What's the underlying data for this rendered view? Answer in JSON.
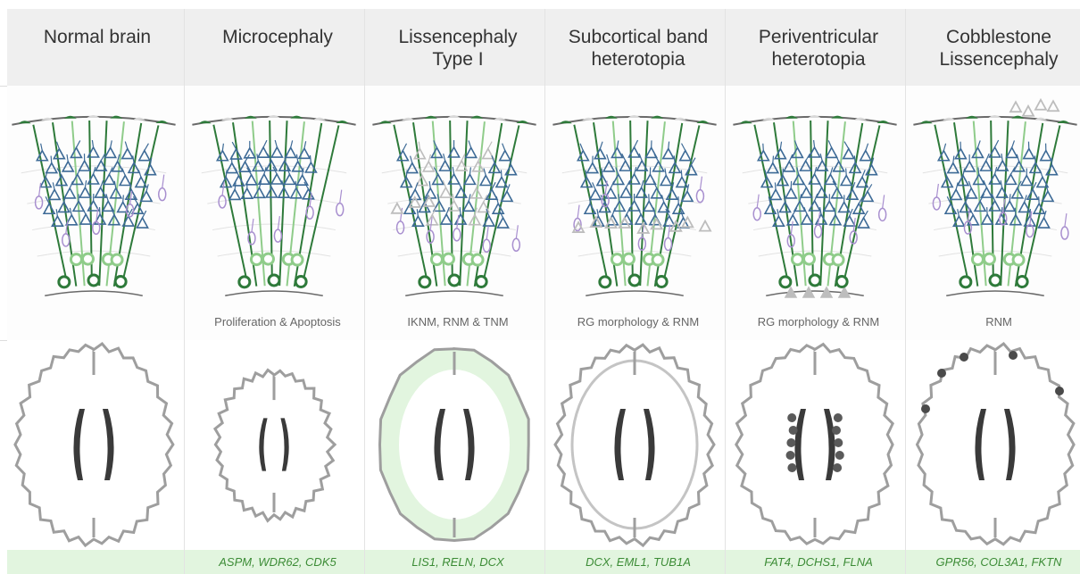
{
  "columns": [
    {
      "title_lines": [
        "Normal brain"
      ],
      "mechanism": "",
      "genes": "",
      "brain_type": "normal"
    },
    {
      "title_lines": [
        "Microcephaly"
      ],
      "mechanism": "Proliferation & Apoptosis",
      "genes": "ASPM, WDR62, CDK5",
      "brain_type": "small"
    },
    {
      "title_lines": [
        "Lissencephaly",
        "Type I"
      ],
      "mechanism": "IKNM, RNM & TNM",
      "genes": "LIS1, RELN, DCX",
      "brain_type": "lissencephaly"
    },
    {
      "title_lines": [
        "Subcortical band",
        "heterotopia"
      ],
      "mechanism": "RG morphology & RNM",
      "genes": "DCX, EML1, TUB1A",
      "brain_type": "band"
    },
    {
      "title_lines": [
        "Periventricular",
        "heterotopia"
      ],
      "mechanism": "RG morphology & RNM",
      "genes": "FAT4, DCHS1, FLNA",
      "brain_type": "periventricular"
    },
    {
      "title_lines": [
        "Cobblestone",
        "Lissencephaly"
      ],
      "mechanism": "RNM",
      "genes": "GPR56, COL3A1, FKTN",
      "brain_type": "cobblestone"
    }
  ],
  "colors": {
    "header_bg": "#efefef",
    "gene_bar": "#e2f5df",
    "gene_text": "#3c8c36",
    "radial_glia": "#2e7a3a",
    "light_glia": "#8fcc8a",
    "neuron": "#3d6a96",
    "interneuron": "#a88fcf",
    "ectopic": "#bdbdbd",
    "brain_outline": "#9e9e9e",
    "ventricle": "#3a3a3a"
  }
}
